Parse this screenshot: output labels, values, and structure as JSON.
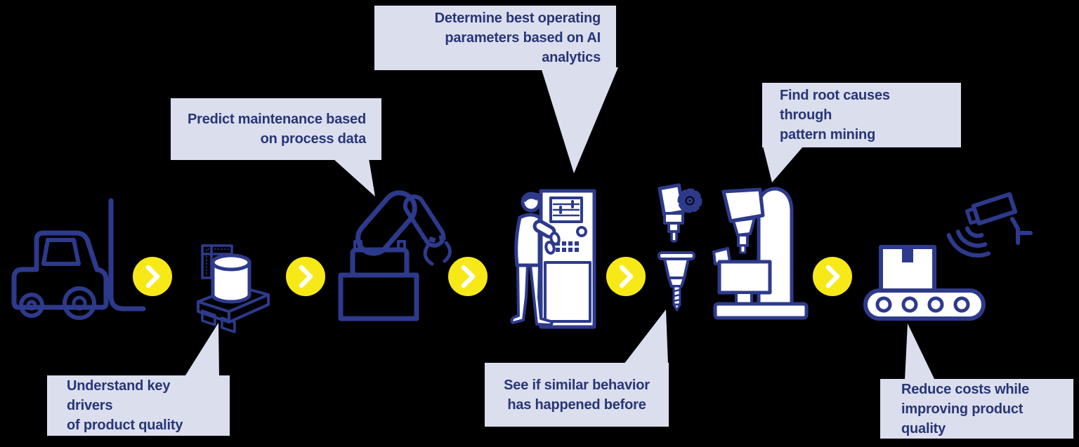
{
  "colors": {
    "navy": "#2d3a8c",
    "text-blue": "#283578",
    "callout-bg": "#dbdeed",
    "yellow": "#f7e918",
    "white": "#ffffff",
    "bg": "#000000"
  },
  "callouts": {
    "predict": {
      "line1": "Predict maintenance based",
      "line2": "on process data"
    },
    "determine": {
      "line1": "Determine best operating",
      "line2": "parameters based on AI analytics"
    },
    "find": {
      "line1": "Find root causes through",
      "line2": "pattern mining"
    },
    "understand": {
      "line1": "Understand key drivers",
      "line2": "of product quality"
    },
    "see": {
      "line1": "See if similar behavior",
      "line2": "has happened before"
    },
    "reduce": {
      "line1": "Reduce costs while",
      "line2": "improving product quality"
    }
  },
  "icons": [
    "forklift-icon",
    "material-on-pallet-icon",
    "measuring-square-icon",
    "robot-arm-icon",
    "operator-control-panel-icon",
    "spindle-gear-tool-icon",
    "drill-bit-tool-icon",
    "cnc-machine-icon",
    "conveyor-box-icon",
    "security-camera-icon",
    "chevron-right-icon"
  ],
  "chevron_count": 5
}
